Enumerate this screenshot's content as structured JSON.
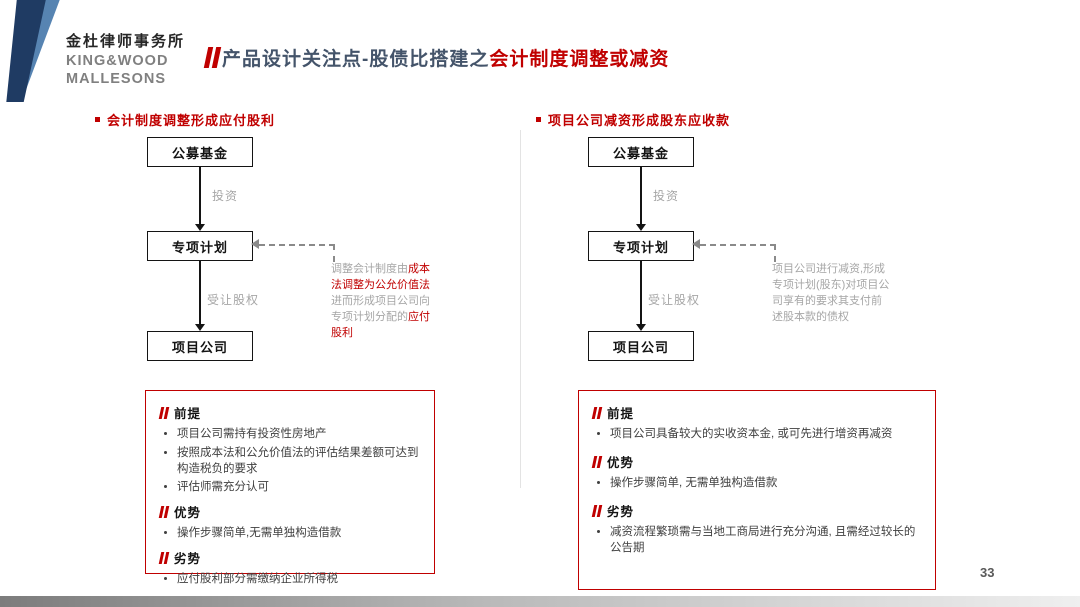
{
  "colors": {
    "accent_red": "#C00000",
    "title_dark": "#44546A",
    "gray_text": "#A6A6A6",
    "logo_navy": "#1F3B63",
    "logo_blue": "#3A6EA5"
  },
  "logo": {
    "cn": "金杜律师事务所",
    "en_line1": "KING&WOOD",
    "en_line2": "MALLESONS"
  },
  "header": {
    "title_dark": "产品设计关注点-股债比搭建之",
    "title_red": "会计制度调整或减资"
  },
  "columns": [
    {
      "heading": "会计制度调整形成应付股利",
      "flow": {
        "box1": "公募基金",
        "arrow1_label": "投资",
        "box2": "专项计划",
        "arrow2_label": "受让股权",
        "box3": "项目公司"
      },
      "annotation": {
        "segments": [
          {
            "text": "调整会计制度由",
            "color": "gray"
          },
          {
            "text": "成本法调整为公允价值法",
            "color": "red"
          },
          {
            "text": "进而形成项目公司向专项计划分配的",
            "color": "gray"
          },
          {
            "text": "应付股利",
            "color": "red"
          }
        ]
      },
      "sections": [
        {
          "title": "前提",
          "bullets": [
            "项目公司需持有投资性房地产",
            "按照成本法和公允价值法的评估结果差额可达到构造税负的要求",
            "评估师需充分认可"
          ]
        },
        {
          "title": "优势",
          "bullets": [
            "操作步骤简单,无需单独构造借款"
          ]
        },
        {
          "title": "劣势",
          "bullets": [
            "应付股利部分需缴纳企业所得税"
          ]
        }
      ]
    },
    {
      "heading": "项目公司减资形成股东应收款",
      "flow": {
        "box1": "公募基金",
        "arrow1_label": "投资",
        "box2": "专项计划",
        "arrow2_label": "受让股权",
        "box3": "项目公司"
      },
      "annotation": {
        "segments": [
          {
            "text": "项目公司进行减资,形成专项计划(股东)对项目公司享有的要求其支付前述股本款的债权",
            "color": "gray"
          }
        ]
      },
      "sections": [
        {
          "title": "前提",
          "bullets": [
            "项目公司具备较大的实收资本金, 或可先进行增资再减资"
          ]
        },
        {
          "title": "优势",
          "bullets": [
            "操作步骤简单, 无需单独构造借款"
          ]
        },
        {
          "title": "劣势",
          "bullets": [
            "减资流程繁琐需与当地工商局进行充分沟通, 且需经过较长的公告期"
          ]
        }
      ]
    }
  ],
  "page_number": "33"
}
